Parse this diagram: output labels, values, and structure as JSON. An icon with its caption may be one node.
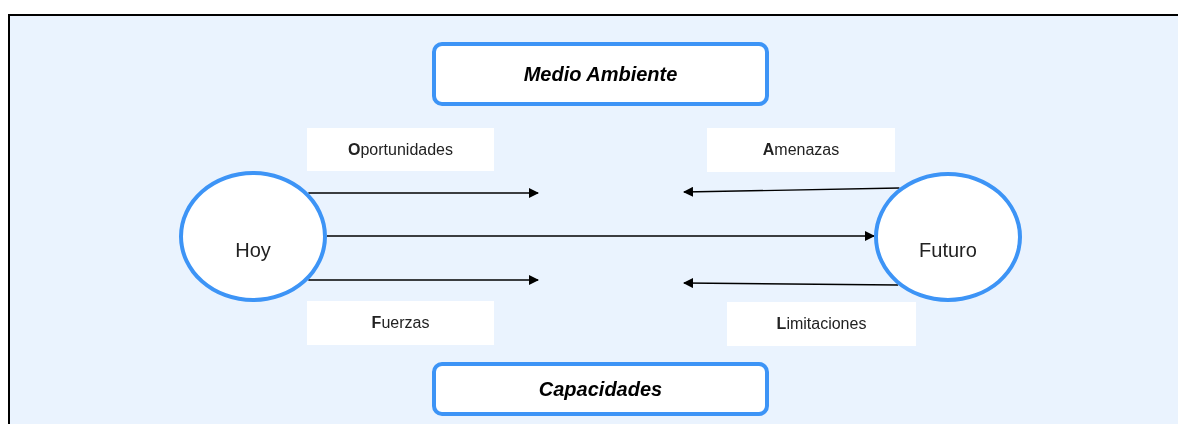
{
  "diagram": {
    "nodes": [
      {
        "text": [
          "Medio Ambiente"
        ]
      },
      {
        "text": [
          "**O**portunidades"
        ]
      },
      {
        "text": [
          "**A**menazas"
        ]
      },
      {
        "text": [
          "Hoy"
        ]
      },
      {
        "text": [
          "Futuro"
        ]
      },
      {
        "text": [
          "**F**uerzas"
        ]
      },
      {
        "text": [
          "**L**imitaciones"
        ]
      },
      {
        "text": [
          "Capacidades"
        ]
      }
    ],
    "edges": [
      {
        "from": 3,
        "to": null,
        "arrow": "to"
      },
      {
        "from": 3,
        "to": 4,
        "arrow": "to"
      },
      {
        "from": 3,
        "to": null,
        "arrow": "to"
      },
      {
        "from": 4,
        "to": null,
        "arrow": "to"
      },
      {
        "from": 4,
        "to": null,
        "arrow": "to"
      }
    ]
  }
}
